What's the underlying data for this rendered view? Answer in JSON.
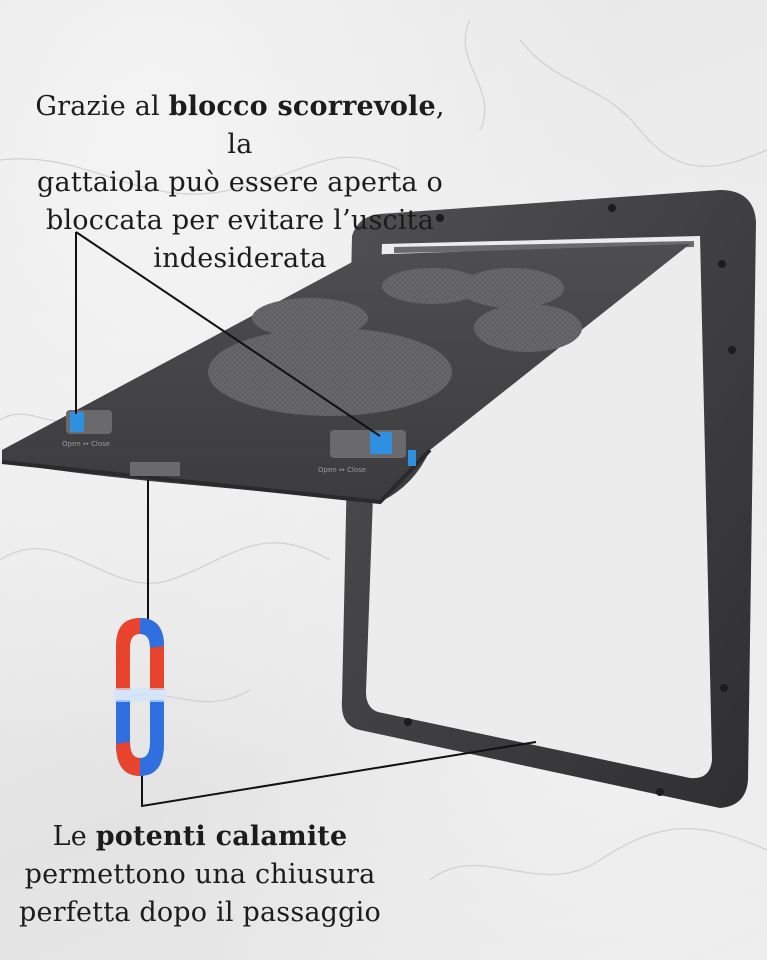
{
  "caption_top": {
    "line1_pre": "Grazie al ",
    "line1_bold": "blocco scorrevole",
    "line1_post": ", la",
    "line2": "gattaiola può essere aperta o",
    "line3": "bloccata per evitare l’uscita",
    "line4": "indesiderata"
  },
  "caption_bottom": {
    "line1_pre": "Le ",
    "line1_bold": "potenti calamite",
    "line2": "permettono una chiusura",
    "line3": "perfetta dopo il passaggio"
  },
  "lock_left_label": "Open ↔ Close",
  "lock_right_label": "Open ↔ Close",
  "colors": {
    "frame": "#3f3f41",
    "flap": "#4a4a4c",
    "mesh": "#5c5c5e",
    "lock_blue": "#2f8fe0",
    "magnet_red": "#e8432c",
    "magnet_blue": "#2f6fe0"
  }
}
